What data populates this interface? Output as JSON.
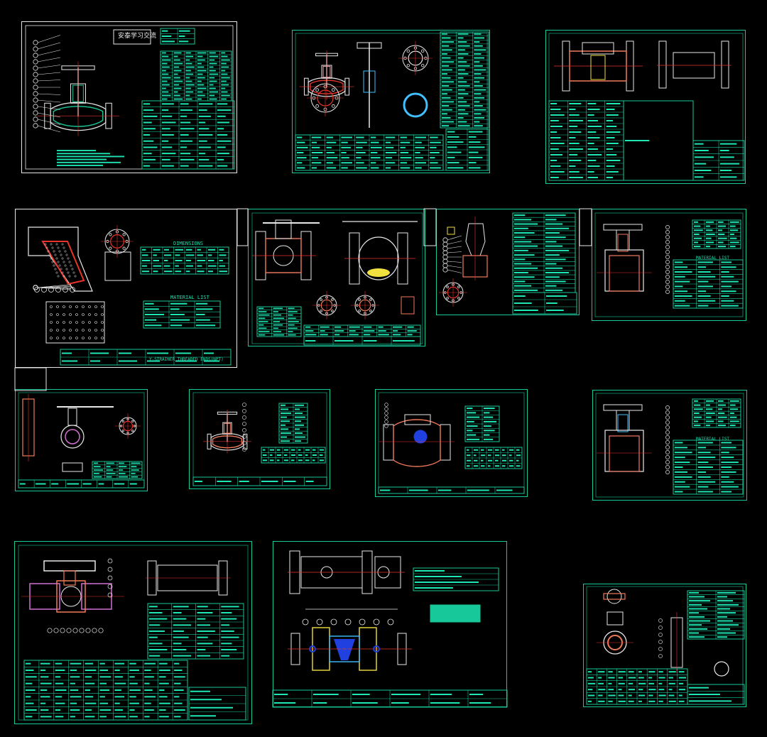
{
  "canvas": {
    "background": "#000000"
  },
  "palette": {
    "green": "#17c89a",
    "bright_green": "#1ee6b4",
    "white": "#e8e8e8",
    "red": "#e8342a",
    "pink": "#f0a0a8",
    "salmon": "#f07a5a",
    "magenta": "#d070d0",
    "yellow": "#f0e040",
    "blue": "#2040e0",
    "cyan": "#40c0ff"
  },
  "labels": {
    "sheet1_title_box": "安泰学习交流",
    "sheet4_dimensions": "DIMENSIONS",
    "sheet4_material_list": "MATERIAL LIST",
    "sheet4_title": "Y-STRAINER THREADED ENDS(NPT)",
    "sheet8_material_list": "MATERIAL LIST",
    "sheet12_material_list": "MATERIAL LIST"
  },
  "sheets": [
    {
      "id": "s1",
      "kind": "globe-valve-section"
    },
    {
      "id": "s2",
      "kind": "valve-parts-detail"
    },
    {
      "id": "s3",
      "kind": "flanged-valve-assembly"
    },
    {
      "id": "s4",
      "kind": "y-strainer"
    },
    {
      "id": "s5",
      "kind": "ball-valve-flanged"
    },
    {
      "id": "s6",
      "kind": "safety-relief-valve"
    },
    {
      "id": "s7",
      "kind": "gate-valve"
    },
    {
      "id": "s8",
      "kind": "butterfly-valve"
    },
    {
      "id": "s9",
      "kind": "globe-valve-small"
    },
    {
      "id": "s10",
      "kind": "swing-check-valve"
    },
    {
      "id": "s11",
      "kind": "gate-valve-2"
    },
    {
      "id": "s12",
      "kind": "ball-valve-threaded"
    },
    {
      "id": "s13",
      "kind": "union-ball-valve"
    },
    {
      "id": "s14",
      "kind": "wafer-butterfly-valve"
    }
  ]
}
